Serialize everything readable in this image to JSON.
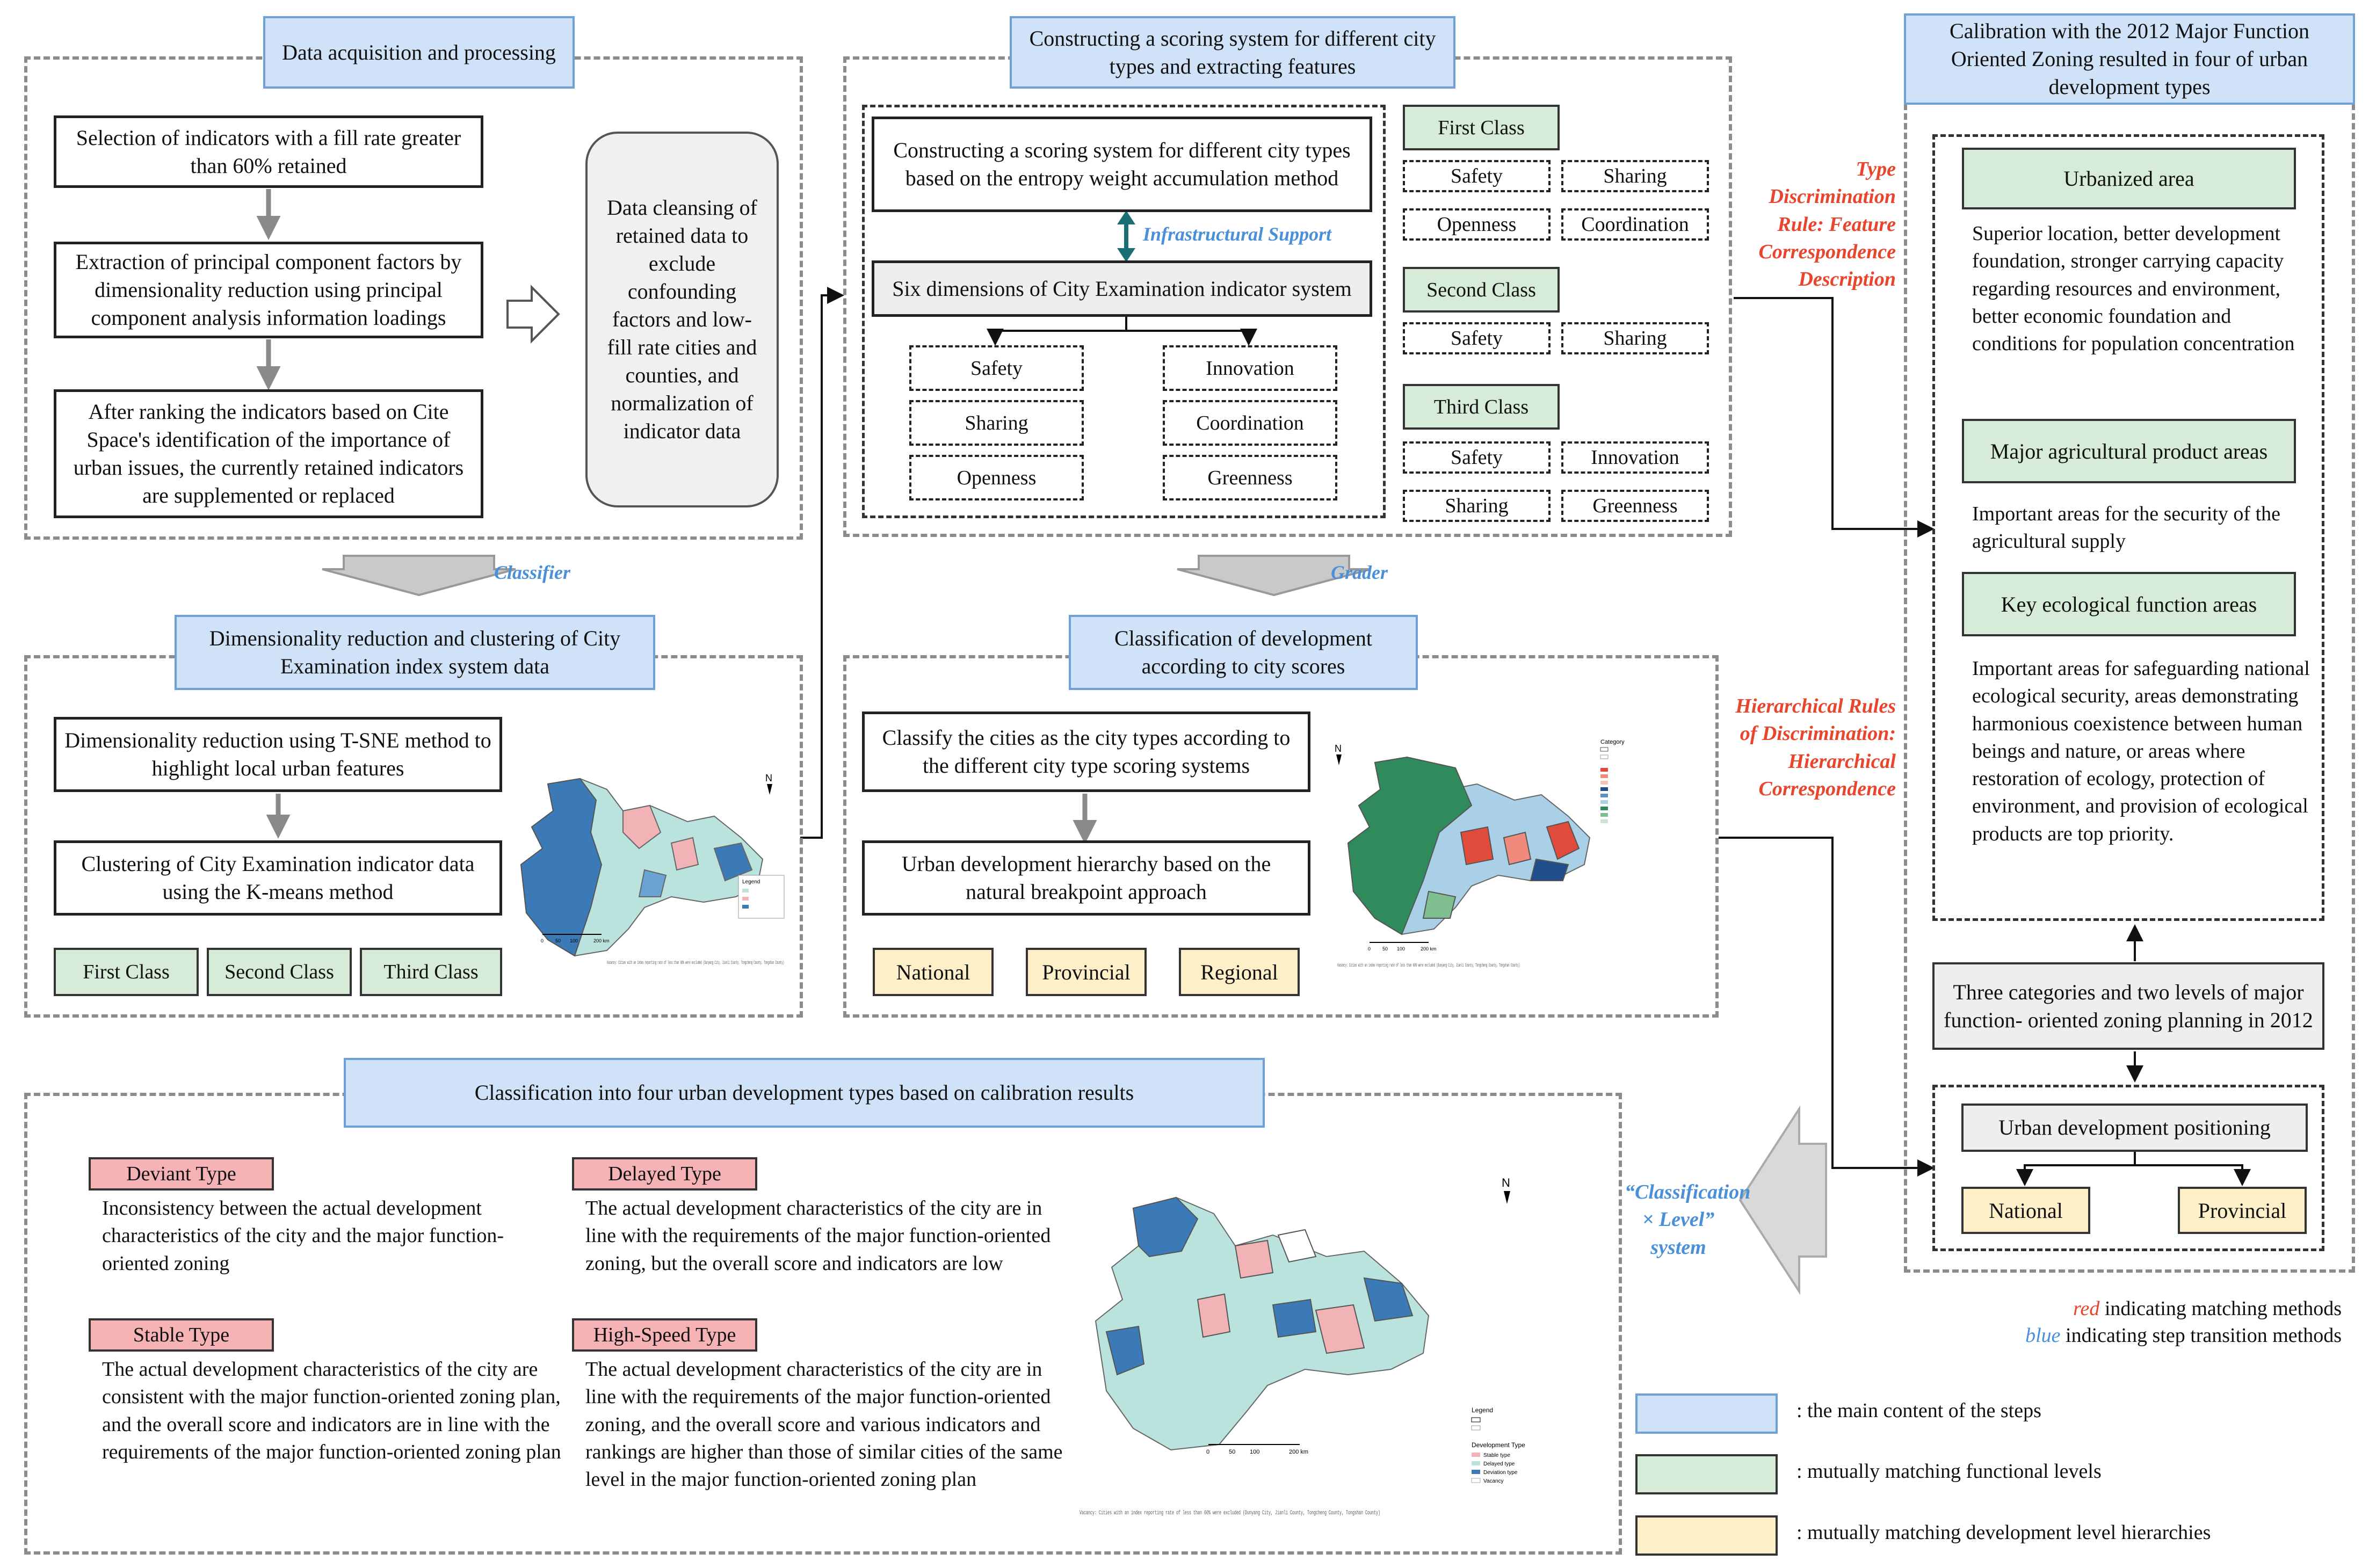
{
  "colors": {
    "step_blue": "#cfe2f7",
    "level_green": "#d6ecd8",
    "hierarchy_yellow": "#fdf0c8",
    "type_pink": "#f6b3b6",
    "red_text": "#e8452c",
    "blue_text": "#4a90d9"
  },
  "s1": {
    "title": "Data acquisition and processing",
    "box1": "Selection of indicators with a fill rate greater than 60% retained",
    "box2": "Extraction of principal component factors by dimensionality reduction using principal component analysis information loadings",
    "box3": "After ranking the indicators based on Cite Space's identification of the importance of urban issues, the currently retained indicators are supplemented or replaced",
    "cleansing": "Data cleansing of retained data to exclude confounding factors and low-fill rate cities and counties, and normalization of indicator data"
  },
  "s2": {
    "title": "Constructing a scoring system for different city types and extracting features",
    "box1": "Constructing a scoring system for different city types based on the entropy weight accumulation method",
    "infra": "Infrastructural Support",
    "box2": "Six dimensions of City Examination indicator system",
    "dims": [
      "Safety",
      "Innovation",
      "Sharing",
      "Coordination",
      "Openness",
      "Greenness"
    ],
    "first_class": "First Class",
    "first_items": [
      "Safety",
      "Sharing",
      "Openness",
      "Coordination"
    ],
    "second_class": "Second Class",
    "second_items": [
      "Safety",
      "Sharing"
    ],
    "third_class": "Third Class",
    "third_items": [
      "Safety",
      "Innovation",
      "Sharing",
      "Greenness"
    ]
  },
  "s3": {
    "title": "Calibration with the 2012 Major Function Oriented Zoning resulted in four of urban development types",
    "urbanized": "Urbanized area",
    "urbanized_desc": "Superior location, better development foundation, stronger carrying capacity regarding resources and environment, better economic foundation and conditions for population concentration",
    "agri": "Major agricultural product areas",
    "agri_desc": "Important areas for the security of the agricultural supply",
    "eco": "Key ecological function areas",
    "eco_desc": "Important areas for safeguarding national ecological security, areas demonstrating harmonious coexistence between human beings and nature, or areas where restoration of ecology, protection of environment, and provision of ecological products are top priority.",
    "three_cat": "Three categories and two levels of major function- oriented zoning planning in 2012",
    "positioning": "Urban development positioning",
    "national": "National",
    "provincial": "Provincial"
  },
  "rules": {
    "type_rule": "Type Discrimination Rule: Feature Correspondence Description",
    "hier_rule": "Hierarchical Rules of Discrimination: Hierarchical Correspondence"
  },
  "s4": {
    "classifier": "Classifier",
    "title": "Dimensionality reduction and clustering of City Examination index system data",
    "box1": "Dimensionality reduction using T-SNE method to highlight local urban features",
    "box2": "Clustering of  City Examination indicator data using the K-means method",
    "first": "First Class",
    "second": "Second Class",
    "third": "Third Class"
  },
  "s5": {
    "grader": "Grader",
    "title": "Classification of development according to city scores",
    "box1": "Classify the cities as the city types according to the different city type scoring systems",
    "box2": "Urban development hierarchy based on the natural breakpoint approach",
    "national": "National",
    "provincial": "Provincial",
    "regional": "Regional"
  },
  "s6": {
    "title": "Classification into four urban development types based on calibration results",
    "deviant": "Deviant Type",
    "deviant_desc": "Inconsistency between the actual development characteristics of the city and the  major function-oriented zoning",
    "delayed": "Delayed Type",
    "delayed_desc": "The actual development characteristics of the city are in line with the requirements of the  major function-oriented zoning, but the overall score and indicators are low",
    "stable": "Stable Type",
    "stable_desc": "The actual development characteristics of the city are consistent with the major function-oriented zoning plan, and the overall score and indicators are in line with the requirements of the  major function-oriented zoning plan",
    "highspeed": "High-Speed Type",
    "highspeed_desc": "The actual development characteristics of the city are in line with the requirements of the major function-oriented zoning, and the overall score and various indicators and rankings are higher than those of similar cities of the same level in the major function-oriented zoning plan"
  },
  "system_label": "“Classification × Level” system",
  "legend": {
    "red_word": "red",
    "red_rest": " indicating matching methods",
    "blue_word": "blue",
    "blue_rest": " indicating step transition methods",
    "item1": ":  the main content of the steps",
    "item2": ":  mutually matching functional levels",
    "item3": ":   mutually matching development level hierarchies"
  },
  "maps": {
    "north": "N",
    "legend_title": "Legend",
    "category_title": "Category",
    "vacancy_note": "Vacancy: Cities with an index reporting rate of less than 60% were excluded (Dunyang City, Jianli County, Tongcheng County, Tongshan County)",
    "scale_0": "0",
    "scale_50": "50",
    "scale_100": "100",
    "scale_200": "200 km",
    "dev_legend_title": "Development Type",
    "dev_legend": [
      "Stable type",
      "Delayed type",
      "Deviation type",
      "Vacancy"
    ]
  }
}
